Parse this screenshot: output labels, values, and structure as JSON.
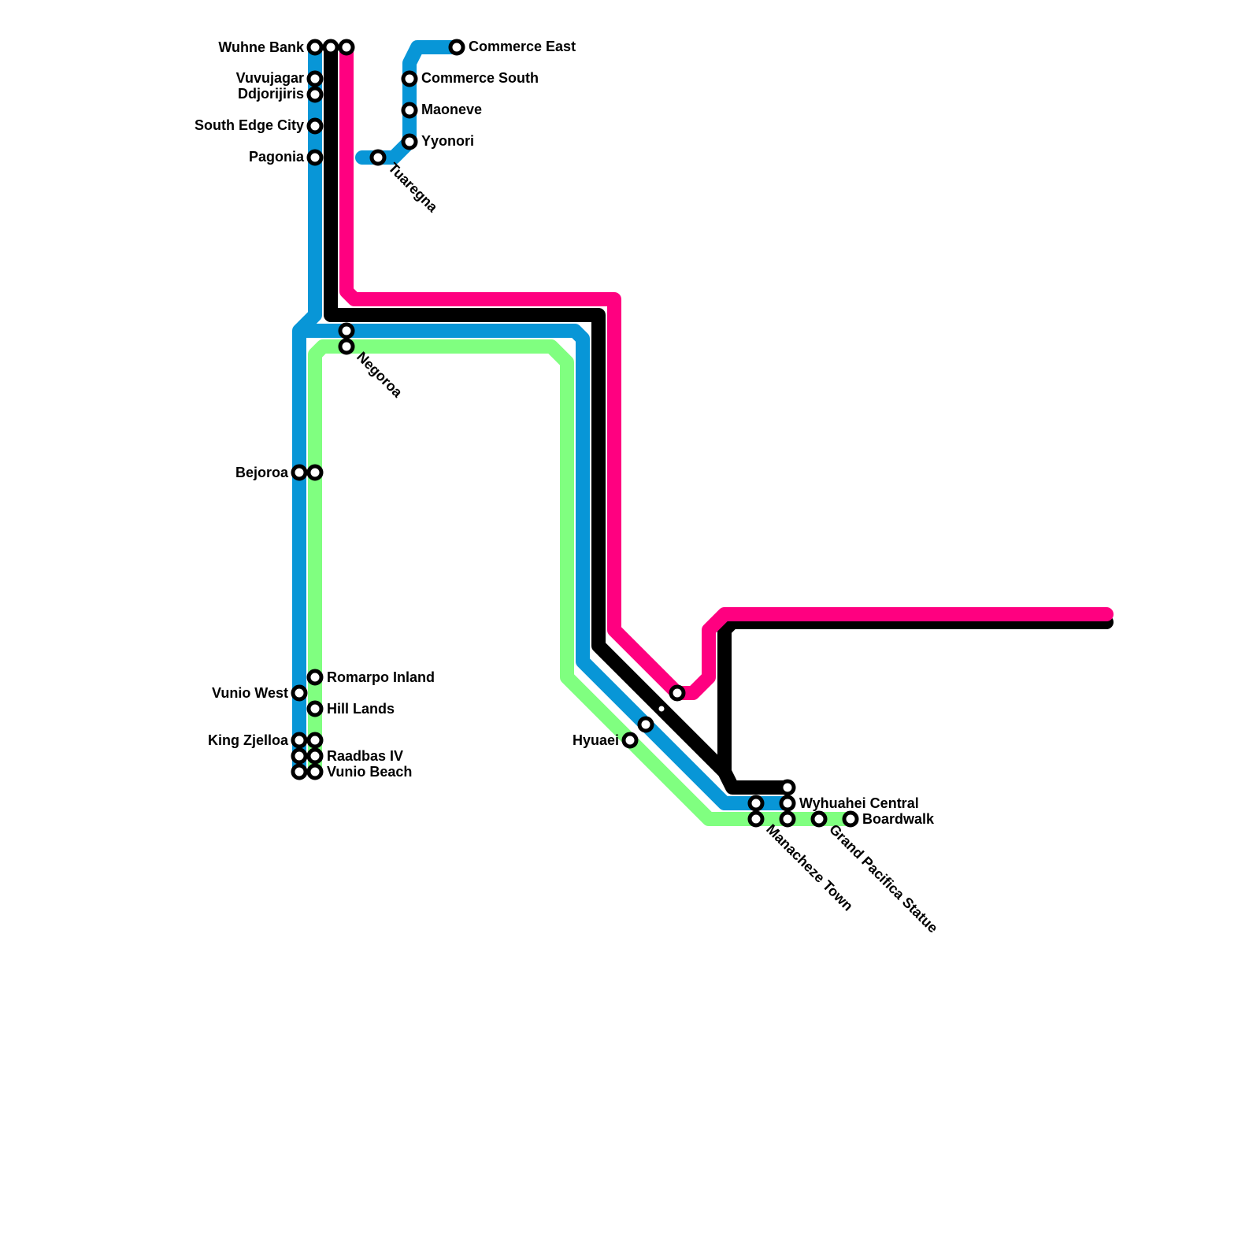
{
  "map": {
    "title": "Transit network map",
    "colors": {
      "blue": "#0896d7",
      "black": "#000000",
      "pink": "#ff0080",
      "green": "#80ff80",
      "background": "#ffffff"
    },
    "lines": [
      {
        "id": "blue",
        "color": "#0896d7"
      },
      {
        "id": "black",
        "color": "#000000"
      },
      {
        "id": "pink",
        "color": "#ff0080"
      },
      {
        "id": "green",
        "color": "#80ff80"
      },
      {
        "id": "blue-branch",
        "color": "#0896d7"
      }
    ],
    "stations": [
      {
        "name": "Wuhne Bank",
        "lines": [
          "blue",
          "black",
          "pink"
        ]
      },
      {
        "name": "Vuvujagar",
        "lines": [
          "blue"
        ]
      },
      {
        "name": "Ddjorijiris",
        "lines": [
          "blue"
        ]
      },
      {
        "name": "South Edge City",
        "lines": [
          "blue"
        ]
      },
      {
        "name": "Pagonia",
        "lines": [
          "blue"
        ]
      },
      {
        "name": "Commerce East",
        "lines": [
          "blue-branch"
        ]
      },
      {
        "name": "Commerce South",
        "lines": [
          "blue-branch"
        ]
      },
      {
        "name": "Maoneve",
        "lines": [
          "blue-branch"
        ]
      },
      {
        "name": "Yyonori",
        "lines": [
          "blue-branch"
        ]
      },
      {
        "name": "Tuaregna",
        "lines": [
          "blue-branch"
        ]
      },
      {
        "name": "Negoroa",
        "lines": [
          "blue",
          "green"
        ]
      },
      {
        "name": "Bejoroa",
        "lines": [
          "blue",
          "green"
        ]
      },
      {
        "name": "Romarpo Inland",
        "lines": [
          "green"
        ]
      },
      {
        "name": "Vunio West",
        "lines": [
          "blue"
        ]
      },
      {
        "name": "Hill Lands",
        "lines": [
          "green"
        ]
      },
      {
        "name": "King Zjelloa",
        "lines": [
          "blue",
          "green"
        ]
      },
      {
        "name": "Raadbas IV",
        "lines": [
          "blue",
          "green"
        ]
      },
      {
        "name": "Vunio Beach",
        "lines": [
          "blue",
          "green"
        ]
      },
      {
        "name": "Hyuaei",
        "lines": [
          "green",
          "blue",
          "black",
          "pink"
        ]
      },
      {
        "name": "Wyhuahei Central",
        "lines": [
          "black",
          "blue",
          "green"
        ]
      },
      {
        "name": "Manacheze Town",
        "lines": [
          "blue",
          "green"
        ]
      },
      {
        "name": "Grand Pacifica Statue",
        "lines": [
          "green"
        ]
      },
      {
        "name": "Boardwalk",
        "lines": [
          "green"
        ]
      }
    ],
    "labels": {
      "wuhne_bank": "Wuhne Bank",
      "vuvujagar": "Vuvujagar",
      "ddjorijiris": "Ddjorijiris",
      "south_edge_city": "South Edge City",
      "pagonia": "Pagonia",
      "commerce_east": "Commerce East",
      "commerce_south": "Commerce South",
      "maoneve": "Maoneve",
      "yyonori": "Yyonori",
      "tuaregna": "Tuaregna",
      "negoroa": "Negoroa",
      "bejoroa": "Bejoroa",
      "romarpo_inland": "Romarpo Inland",
      "vunio_west": "Vunio West",
      "hill_lands": "Hill Lands",
      "king_zjelloa": "King Zjelloa",
      "raadbas_iv": "Raadbas IV",
      "vunio_beach": "Vunio Beach",
      "hyuaei": "Hyuaei",
      "wyhuahei_central": "Wyhuahei Central",
      "manacheze_town": "Manacheze Town",
      "grand_pacifica_statue": "Grand Pacifica Statue",
      "boardwalk": "Boardwalk"
    }
  }
}
